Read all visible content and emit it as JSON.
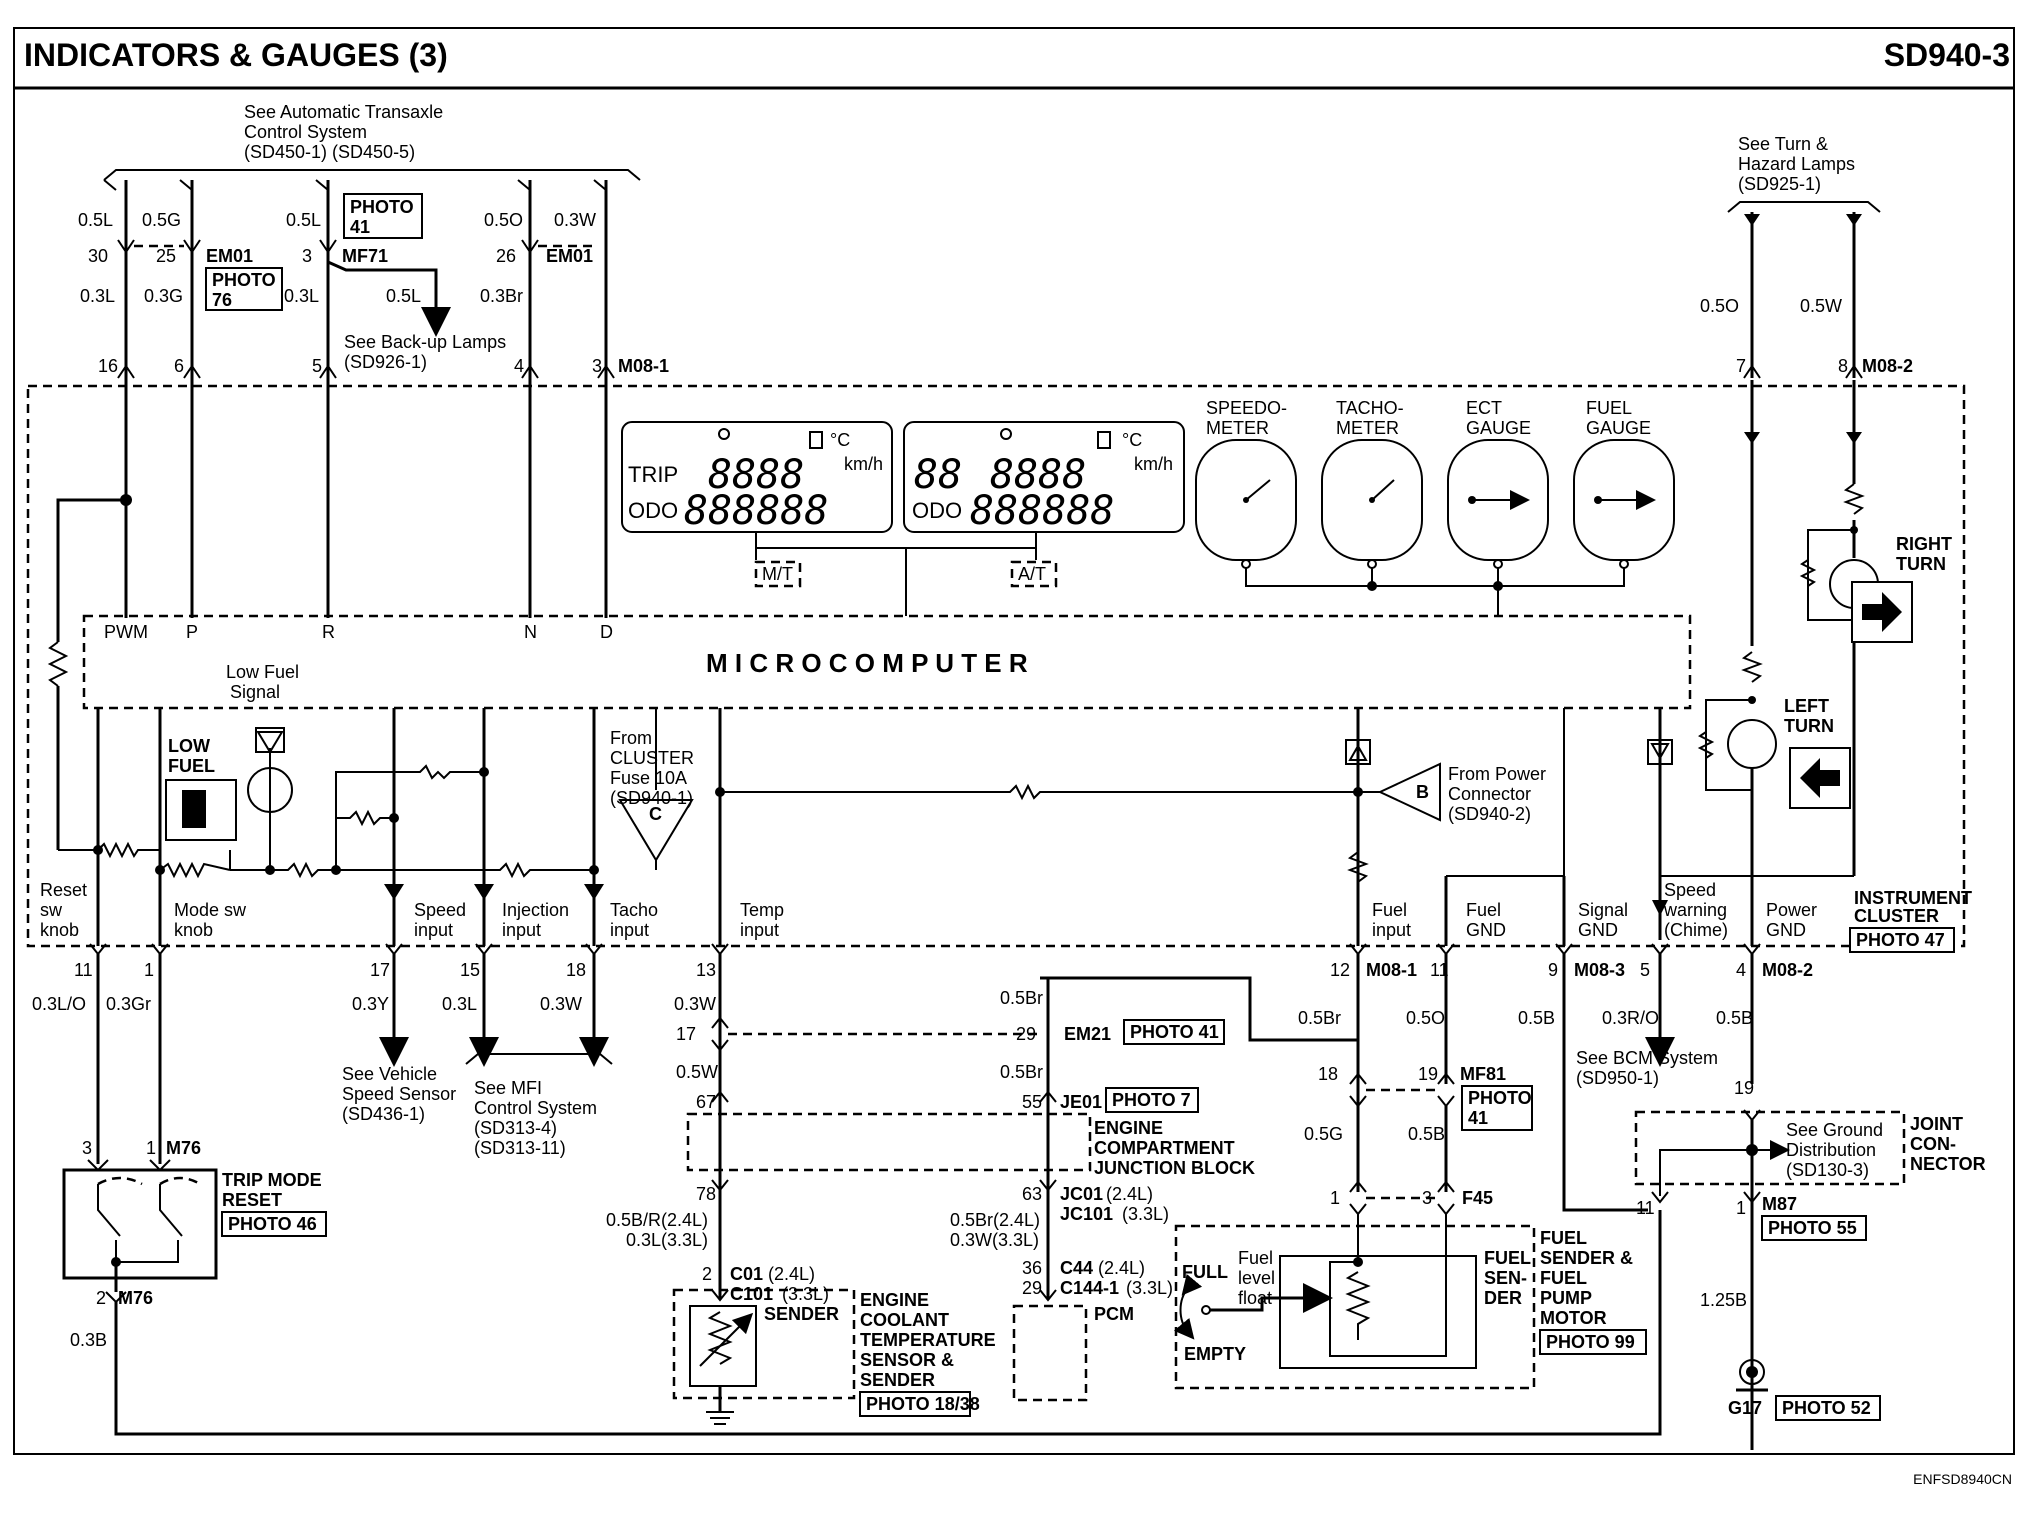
{
  "header": {
    "title": "INDICATORS & GAUGES (3)",
    "page_code": "SD940-3"
  },
  "footer": {
    "code": "ENFSD8940CN"
  },
  "refs": {
    "top_left_1": "See Automatic Transaxle",
    "top_left_2": "Control System",
    "top_left_3": "(SD450-1) (SD450-5)",
    "turn_1": "See Turn &",
    "turn_2": "Hazard Lamps",
    "turn_3": "(SD925-1)",
    "backup_1": "See Back-up Lamps",
    "backup_2": "(SD926-1)",
    "vss_1": "See Vehicle",
    "vss_2": "Speed Sensor",
    "vss_3": "(SD436-1)",
    "mfi_1": "See MFI",
    "mfi_2": "Control System",
    "mfi_3": "(SD313-4)",
    "mfi_4": "(SD313-11)",
    "bcm_1": "See BCM System",
    "bcm_2": "(SD950-1)",
    "gnd_1": "See Ground",
    "gnd_2": "Distribution",
    "gnd_3": "(SD130-3)",
    "cluster_1": "From",
    "cluster_2": "CLUSTER",
    "cluster_3": "Fuse 10A",
    "cluster_4": "(SD940-1)",
    "power_1": "From Power",
    "power_2": "Connector",
    "power_3": "(SD940-2)"
  },
  "wires": {
    "w05L": "0.5L",
    "w05G": "0.5G",
    "w05O": "0.5O",
    "w03W": "0.3W",
    "w03L": "0.3L",
    "w03G": "0.3G",
    "w03Br": "0.3Br",
    "w05W": "0.5W",
    "w03LO": "0.3L/O",
    "w03Gr": "0.3Gr",
    "w03Y": "0.3Y",
    "w05Br": "0.5Br",
    "w05B": "0.5B",
    "w03RO": "0.3R/O",
    "w05BR24": "0.5B/R(2.4L)",
    "w03L33": "0.3L(3.3L)",
    "w05Br24": "0.5Br(2.4L)",
    "w03W33": "0.3W(3.3L)",
    "w03B": "0.3B",
    "w125B": "1.25B"
  },
  "connectors": {
    "em01": "EM01",
    "mf71": "MF71",
    "m08_1": "M08-1",
    "m08_2": "M08-2",
    "m08_3": "M08-3",
    "em21": "EM21",
    "je01": "JE01",
    "mf81": "MF81",
    "f45": "F45",
    "m87": "M87",
    "m76": "M76",
    "jc01": "JC01",
    "jc01b": "(2.4L)",
    "jc101": "JC101",
    "jc101b": "(3.3L)",
    "c01": "C01",
    "c01b": "(2.4L)",
    "c101": "C101",
    "c101b": "(3.3L)",
    "c44": "C44",
    "c44b": "(2.4L)",
    "c144": "C144-1",
    "c144b": "(3.3L)",
    "g17": "G17"
  },
  "pins": {
    "p30": "30",
    "p25": "25",
    "p3": "3",
    "p26": "26",
    "p16": "16",
    "p6": "6",
    "p5": "5",
    "p4": "4",
    "p7": "7",
    "p8": "8",
    "p11": "11",
    "p1": "1",
    "p17": "17",
    "p15": "15",
    "p18": "18",
    "p13": "13",
    "p12": "12",
    "p19": "19",
    "p29": "29",
    "p67": "67",
    "p55": "55",
    "p78": "78",
    "p63": "63",
    "p2": "2",
    "p36": "36",
    "p9": "9"
  },
  "photos": {
    "ph41": "PHOTO",
    "ph41n": "41",
    "ph76": "PHOTO",
    "ph76n": "76",
    "ph_em21": "PHOTO 41",
    "ph_je01": "PHOTO 7",
    "ph_mf81": "PHOTO",
    "ph_mf81n": "41",
    "ph47": "PHOTO 47",
    "ph46": "PHOTO 46",
    "ph55": "PHOTO 55",
    "ph52": "PHOTO 52",
    "ph99": "PHOTO 99",
    "ph18": "PHOTO 18/38"
  },
  "shift": {
    "pwm": "PWM",
    "p": "P",
    "r": "R",
    "n": "N",
    "d": "D"
  },
  "micro": "M I C R O   C O M P U T E R",
  "display": {
    "trip": "TRIP",
    "odo": "ODO",
    "odo2": "ODO",
    "kmh": "km/h",
    "kmh2": "km/h",
    "degc": "°C",
    "degc2": "°C",
    "mt": "M/T",
    "at": "A/T",
    "seg_trip": "8888",
    "seg_odo": "888888",
    "seg_gear": "88",
    "seg_trip2": "8888",
    "seg_odo2": "888888"
  },
  "gauges": {
    "speedo_1": "SPEEDO-",
    "speedo_2": "METER",
    "tacho_1": "TACHO-",
    "tacho_2": "METER",
    "ect_1": "ECT",
    "ect_2": "GAUGE",
    "fuel_1": "FUEL",
    "fuel_2": "GAUGE"
  },
  "lamps": {
    "right_1": "RIGHT",
    "right_2": "TURN",
    "left_1": "LEFT",
    "left_2": "TURN",
    "lowfuel_1": "LOW",
    "lowfuel_2": "FUEL",
    "lowsig_1": "Low Fuel",
    "lowsig_2": "Signal"
  },
  "inputs": {
    "reset_1": "Reset",
    "reset_2": "sw",
    "reset_3": "knob",
    "mode_1": "Mode sw",
    "mode_2": "knob",
    "speed_1": "Speed",
    "speed_2": "input",
    "inj_1": "Injection",
    "inj_2": "input",
    "tacho_1": "Tacho",
    "tacho_2": "input",
    "temp_1": "Temp",
    "temp_2": "input",
    "fuelin_1": "Fuel",
    "fuelin_2": "input",
    "fuelgnd_1": "Fuel",
    "fuelgnd_2": "GND",
    "sig_1": "Signal",
    "sig_2": "GND",
    "spdw_1": "Speed",
    "spdw_2": "warning",
    "spdw_3": "(Chime)",
    "pwr_1": "Power",
    "pwr_2": "GND"
  },
  "components": {
    "ic_1": "INSTRUMENT",
    "ic_2": "CLUSTER",
    "trip_1": "TRIP MODE",
    "trip_2": "RESET",
    "ecj_1": "ENGINE",
    "ecj_2": "COMPARTMENT",
    "ecj_3": "JUNCTION BLOCK",
    "ect_1": "ENGINE",
    "ect_2": "COOLANT",
    "ect_3": "TEMPERATURE",
    "ect_4": "SENSOR &",
    "ect_5": "SENDER",
    "sender": "SENDER",
    "pcm": "PCM",
    "fs_1": "FUEL",
    "fs_2": "SENDER &",
    "fs_3": "FUEL",
    "fs_4": "PUMP",
    "fs_5": "MOTOR",
    "fsd_1": "FUEL",
    "fsd_2": "SEN-",
    "fsd_3": "DER",
    "full": "FULL",
    "empty": "EMPTY",
    "float_1": "Fuel",
    "float_2": "level",
    "float_3": "float",
    "jc_1": "JOINT",
    "jc_2": "CON-",
    "jc_3": "NECTOR",
    "B": "B",
    "C": "C"
  }
}
